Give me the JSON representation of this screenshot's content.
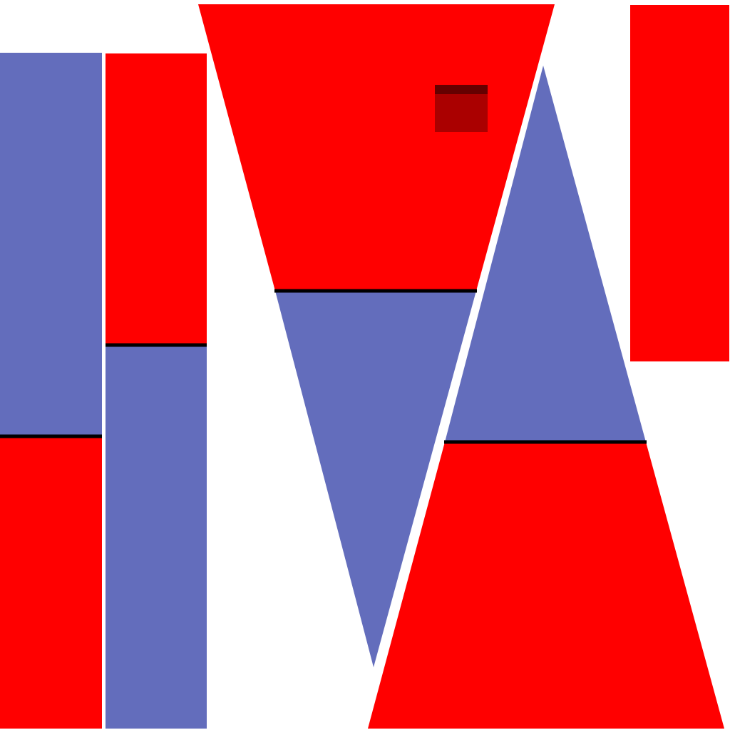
{
  "colors": {
    "background": "#ffffff",
    "red": "#ff0000",
    "blue": "#636dbc",
    "divider": "#000000",
    "dark_square": "#aa0000",
    "dark_square_top": "#650000"
  },
  "shapes": [
    {
      "name": "left-column-bar",
      "kind": "vertical-bar",
      "segments": [
        "blue",
        "red"
      ]
    },
    {
      "name": "second-column-bar",
      "kind": "vertical-bar",
      "segments": [
        "red",
        "blue"
      ]
    },
    {
      "name": "inverted-triangle",
      "kind": "triangle-pointing-down",
      "segments": [
        "red",
        "blue"
      ]
    },
    {
      "name": "upright-triangle",
      "kind": "triangle-pointing-up",
      "segments": [
        "blue",
        "red"
      ]
    },
    {
      "name": "right-red-block",
      "kind": "rectangle",
      "segments": [
        "red"
      ]
    },
    {
      "name": "small-dark-square",
      "kind": "square",
      "segments": [
        "dark_square"
      ]
    }
  ]
}
